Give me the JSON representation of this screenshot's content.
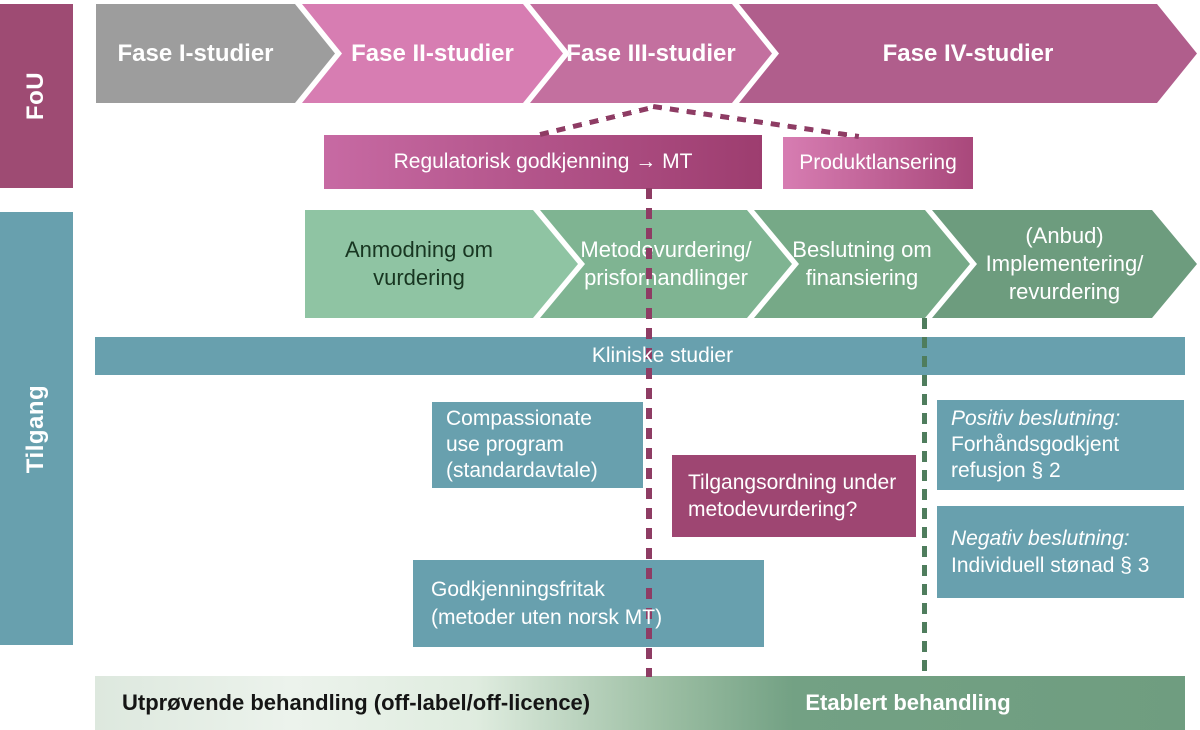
{
  "diagram": {
    "sections": {
      "fou": {
        "label": "FoU"
      },
      "tilgang": {
        "label": "Tilgang"
      }
    },
    "phases": [
      {
        "label": "Fase I-studier"
      },
      {
        "label": "Fase II-studier"
      },
      {
        "label": "Fase III-studier"
      },
      {
        "label": "Fase IV-studier"
      }
    ],
    "milestones": {
      "approval": "Regulatorisk godkjenning → MT",
      "launch": "Produktlansering"
    },
    "steps": [
      {
        "line1": "Anmodning om",
        "line2": "vurdering"
      },
      {
        "line1": "Metodevurdering/",
        "line2": "prisforhandlinger"
      },
      {
        "line1": "Beslutning om",
        "line2": "finansiering"
      },
      {
        "line1": "(Anbud)",
        "line2": "Implementering/",
        "line3": "revurdering"
      }
    ],
    "clinical_bar": {
      "label": "Kliniske studier"
    },
    "boxes": {
      "compassionate": {
        "line1": "Compassionate",
        "line2": "use program",
        "line3": "(standardavtale)"
      },
      "during_hta": {
        "line1": "Tilgangsordning under",
        "line2": "metodevurdering?"
      },
      "positive": {
        "title": "Positiv beslutning:",
        "line1": "Forhåndsgodkjent",
        "line2": "refusjon § 2"
      },
      "negative": {
        "title": "Negativ beslutning:",
        "line1": "Individuell stønad § 3"
      },
      "exemption": {
        "line1": "Godkjenningsfritak",
        "line2": "(metoder uten norsk MT)"
      }
    },
    "bottom_bar": {
      "left": "Utprøvende behandling (off-label/off-licence)",
      "right": "Etablert behandling"
    },
    "colors": {
      "fou_bar": "#9e4b73",
      "tilgang_bar": "#68a0ae",
      "phase_1": "#9d9d9d",
      "phase_2": "#d77db2",
      "phase_3": "#c3709f",
      "phase_4": "#b05e8c",
      "approval_gradient_start": "#c76aa3",
      "approval_gradient_end": "#9d3d6f",
      "launch_gradient_start": "#d77db2",
      "launch_gradient_end": "#a9487b",
      "step_1": "#8fc4a3",
      "step_2": "#7fb492",
      "step_3": "#76a987",
      "step_4": "#6d9c7e",
      "teal_box": "#68a0ae",
      "magenta_box": "#9e4672",
      "dashed_magenta": "#8e3c64",
      "dashed_green": "#4f7d5d",
      "bottom_gradient_start": "#e9f1e9",
      "bottom_gradient_end": "#6f9d80",
      "step1_text": "#183621",
      "bottom_left_text": "#151515"
    }
  }
}
